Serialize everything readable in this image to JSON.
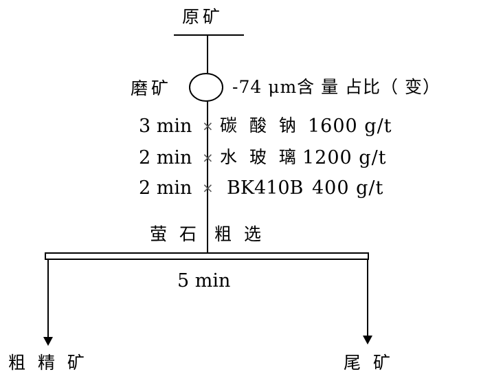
{
  "colors": {
    "line": "#000000",
    "background": "#ffffff",
    "reagent_mark": "#555555"
  },
  "flowsheet": {
    "feed": "原矿",
    "grinding": {
      "label": "磨矿",
      "condition": "-74 μm含 量 占比（ 变）"
    },
    "reagents": [
      {
        "time": "3 min",
        "symbol": "×",
        "name": "碳 酸 钠",
        "dose": "1600 g/t"
      },
      {
        "time": "2 min",
        "symbol": "×",
        "name": "水 玻 璃",
        "dose": "1200 g/t"
      },
      {
        "time": "2 min",
        "symbol": "×",
        "name": "BK410B",
        "dose": "400 g/t"
      }
    ],
    "flotation": {
      "label_left": "萤 石",
      "label_right": "粗 选",
      "time": "5 min"
    },
    "products": {
      "concentrate": "粗 精 矿",
      "tailings": "尾 矿"
    }
  }
}
